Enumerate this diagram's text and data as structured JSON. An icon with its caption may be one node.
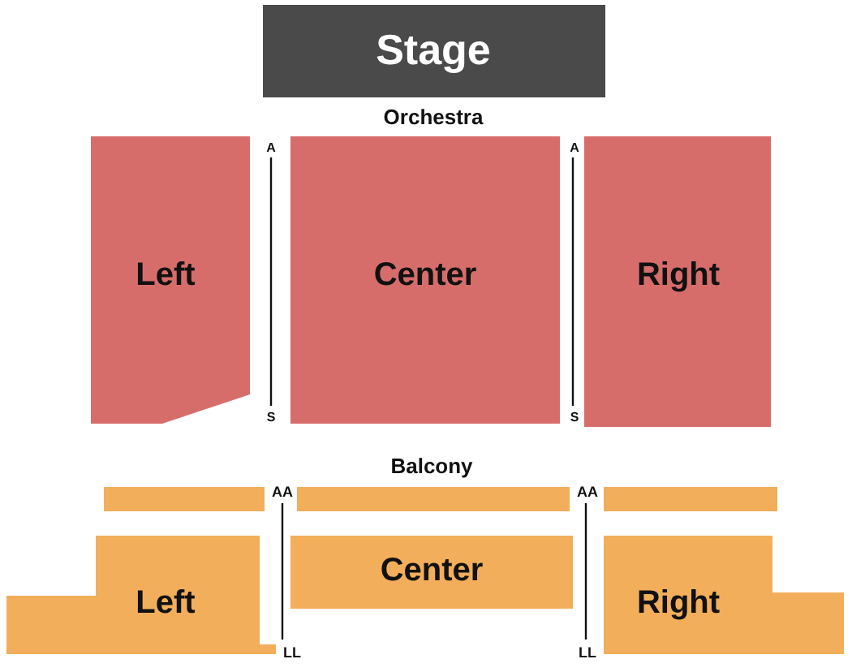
{
  "diagram": {
    "nodes": [
      {
        "text": [
          "Stage"
        ]
      },
      {
        "text": [
          "Left"
        ]
      },
      {
        "text": [
          "Center"
        ]
      },
      {
        "text": [
          "Right"
        ]
      },
      {
        "text": [],
        "shape": "bar"
      },
      {
        "text": [],
        "shape": "bar"
      },
      {
        "text": [],
        "shape": "bar"
      },
      {
        "text": [
          "Left"
        ]
      },
      {
        "text": [
          "Center"
        ]
      },
      {
        "text": [
          "Right"
        ]
      }
    ],
    "edges": [],
    "labels": [
      "Orchestra",
      "A",
      "A",
      "S",
      "S",
      "Balcony",
      "AA",
      "AA",
      "LL",
      "LL"
    ]
  }
}
